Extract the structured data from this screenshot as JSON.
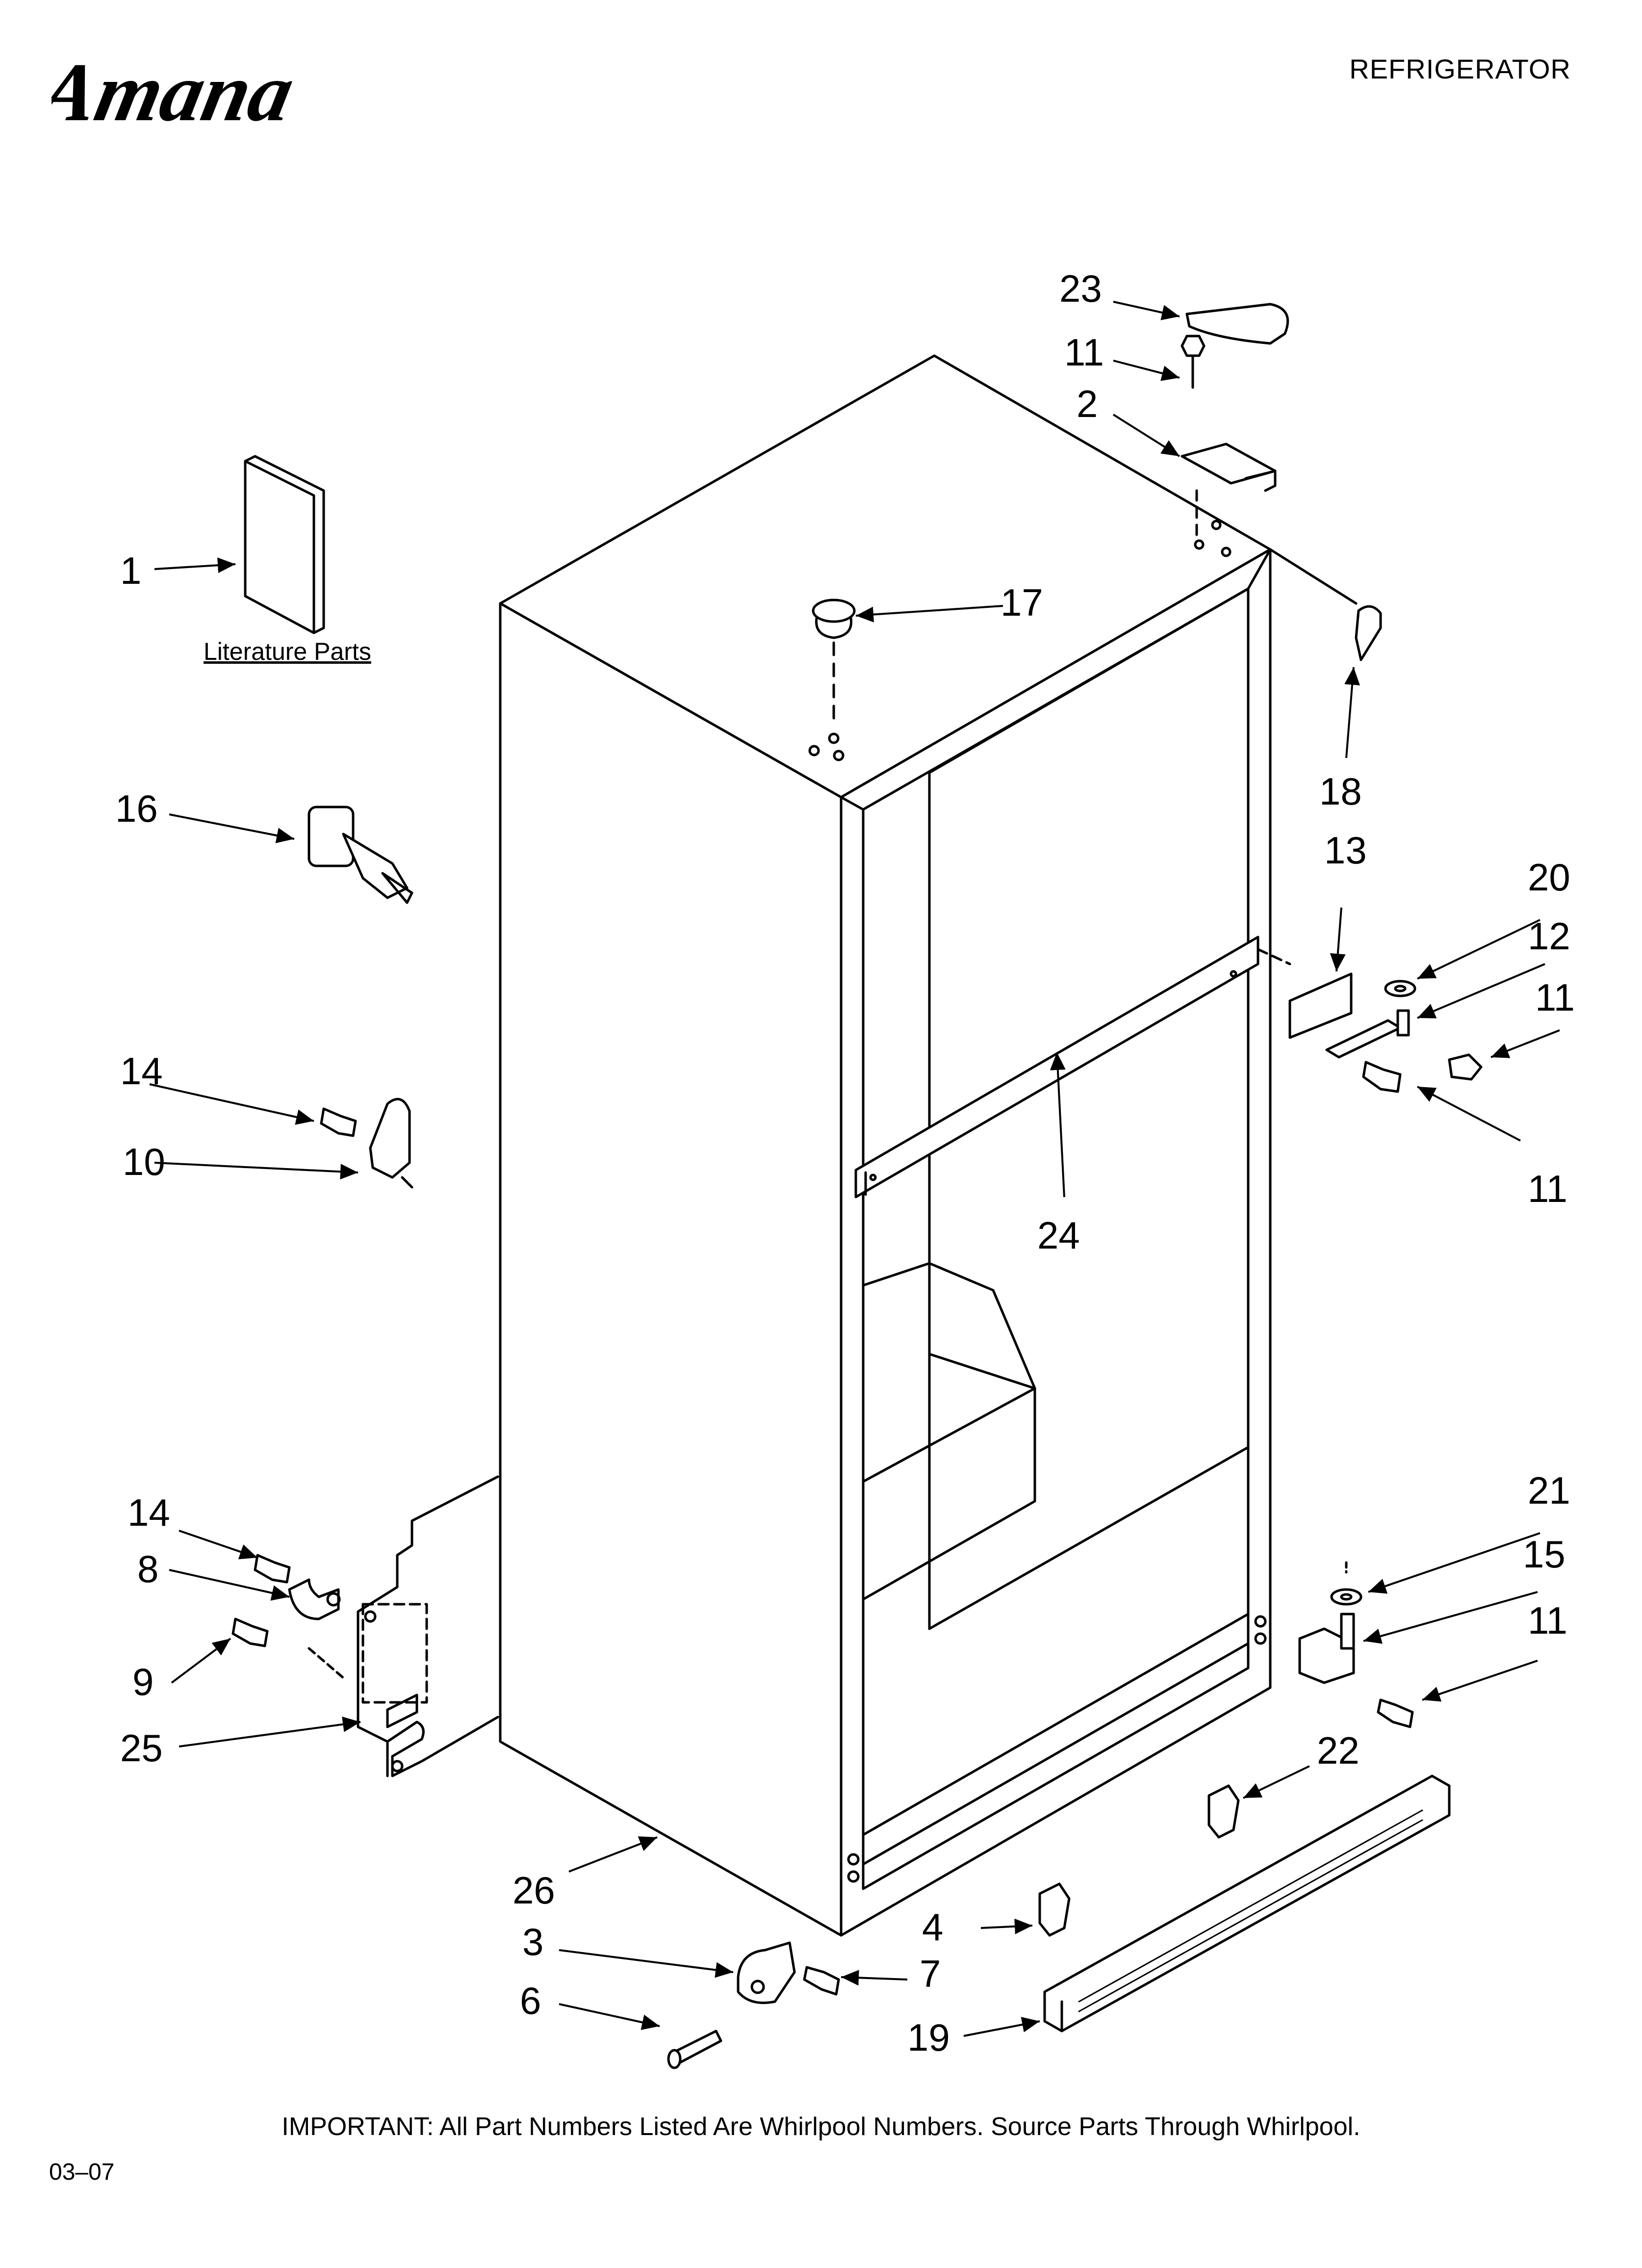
{
  "header": {
    "brand": "Amana",
    "title": "REFRIGERATOR"
  },
  "diagram": {
    "literature_label": "Literature Parts",
    "callouts": {
      "c1": "1",
      "c2": "2",
      "c3": "3",
      "c4": "4",
      "c6": "6",
      "c7": "7",
      "c8": "8",
      "c9": "9",
      "c10": "10",
      "c11a": "11",
      "c11b": "11",
      "c11c": "11",
      "c11d": "11",
      "c12": "12",
      "c13": "13",
      "c14a": "14",
      "c14b": "14",
      "c15": "15",
      "c16": "16",
      "c17": "17",
      "c18": "18",
      "c19": "19",
      "c20": "20",
      "c21": "21",
      "c22": "22",
      "c23": "23",
      "c24": "24",
      "c25": "25",
      "c26": "26"
    }
  },
  "footer": {
    "note": "IMPORTANT: All Part Numbers Listed Are Whirlpool Numbers. Source Parts Through Whirlpool.",
    "date_code": "03–07"
  }
}
